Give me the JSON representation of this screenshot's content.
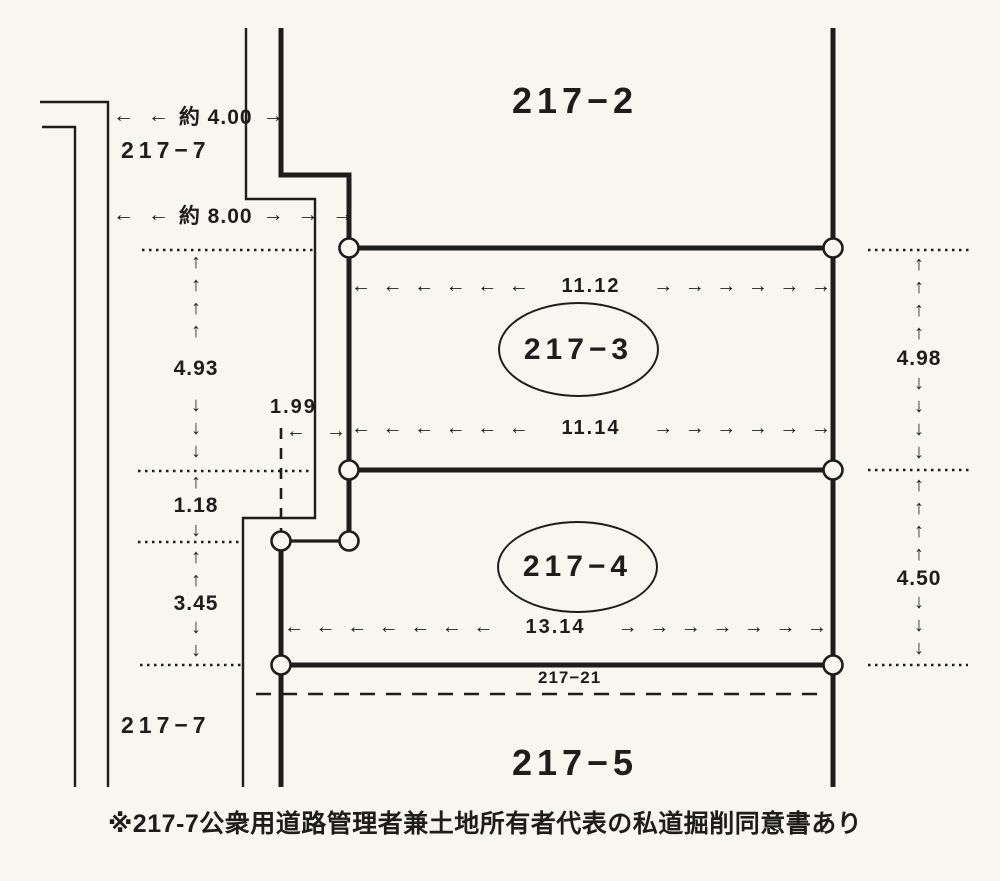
{
  "parcels": {
    "top": "217−2",
    "middle": "217−3",
    "lower": "217−4",
    "bottom": "217−5",
    "road_top": "217−7",
    "road_bottom": "217−7",
    "strip": "217−21"
  },
  "dims": {
    "road4": {
      "left": "← ←",
      "label": "約 4.00",
      "right": "→"
    },
    "road8": {
      "left": "← ←",
      "label": "約 8.00",
      "right": "→ → →"
    },
    "w1112": {
      "left": "← ← ← ← ← ←",
      "label": "11.12",
      "right": "→ → → → → →"
    },
    "w1114": {
      "left": "← ← ← ← ← ←",
      "label": "11.14",
      "right": "→ → → → → →"
    },
    "w1314": {
      "left": "← ← ← ← ← ← ←",
      "label": "13.14",
      "right": "→ → → → → → →"
    },
    "offset199": {
      "label": "1.99",
      "left": "←",
      "right": "→"
    },
    "h493": {
      "up": "↑\n↑\n↑\n↑",
      "label": "4.93",
      "down": "↓\n↓\n↓"
    },
    "h118": {
      "up": "↑",
      "label": "1.18",
      "down": "↓"
    },
    "h345": {
      "up": "↑\n↑",
      "label": "3.45",
      "down": "↓\n↓"
    },
    "h498": {
      "up": "↑\n↑\n↑\n↑",
      "label": "4.98",
      "down": "↓\n↓\n↓\n↓"
    },
    "h450": {
      "up": "↑\n↑\n↑\n↑",
      "label": "4.50",
      "down": "↓\n↓\n↓"
    }
  },
  "note": "※217-7公衆用道路管理者兼土地所有者代表の私道掘削同意書あり",
  "colors": {
    "ink": "#1d1d1b",
    "paper": "#f8f6f1"
  }
}
